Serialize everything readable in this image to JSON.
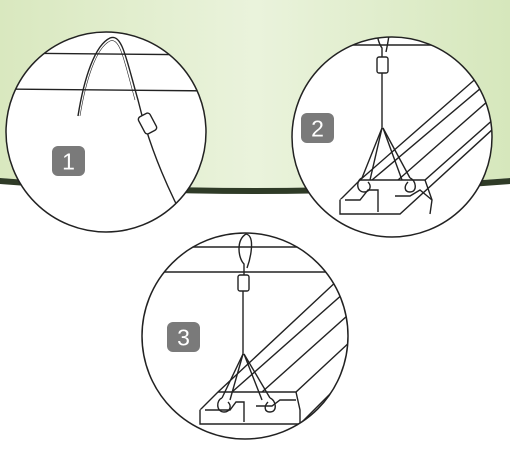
{
  "diagram": {
    "steps": [
      {
        "number": "1",
        "name": "hook-wire-over-ceiling-grid"
      },
      {
        "number": "2",
        "name": "attach-v-hanger-to-fixture"
      },
      {
        "number": "3",
        "name": "adjust-hanging-height"
      }
    ]
  },
  "colors": {
    "background_green": "#dfecc7",
    "background_green_light": "#eef5e2",
    "divider_band": "#2f3b27",
    "line": "#222222",
    "circle_fill": "#ffffff",
    "badge_fill": "#7a7a7a",
    "badge_text": "#ffffff"
  }
}
